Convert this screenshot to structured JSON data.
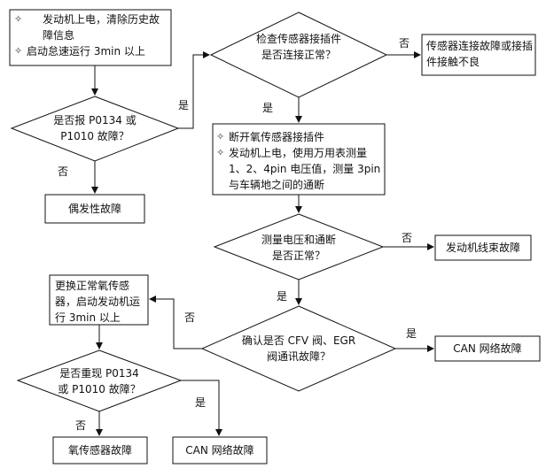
{
  "start_box": {
    "items": [
      {
        "bullet": "✧",
        "text": "发动机上电，清除历史故障信息"
      },
      {
        "bullet": "✧",
        "text": "启动怠速运行 3min 以上"
      }
    ]
  },
  "decision_report": "是否报 P0134 或 P1010 故障？",
  "occasional_fault": "偶发性故障",
  "decision_connector": "检查传感器接插件是否连接正常？",
  "connector_fault": "传感器连接故障或接插件接触不良",
  "measure_box": {
    "items": [
      {
        "bullet": "✧",
        "text": "断开氧传感器接插件"
      },
      {
        "bullet": "✧",
        "text": "发动机上电，使用万用表测量 1、2、4pin 电压值，测量 3pin 与车辆地之间的通断"
      }
    ]
  },
  "decision_voltage": "测量电压和通断是否正常？",
  "harness_fault": "发动机线束故障",
  "decision_can": "确认是否 CFV 阀、EGR 阀通讯故障？",
  "can_fault_right": "CAN 网络故障",
  "replace_box": "更换正常氧传感器，启动发动机运行 3min 以上",
  "decision_reappear": "是否重现 P0134 或 P1010 故障？",
  "o2_fault": "氧传感器故障",
  "can_fault_bottom": "CAN 网络故障",
  "labels": {
    "yes": "是",
    "no": "否"
  }
}
